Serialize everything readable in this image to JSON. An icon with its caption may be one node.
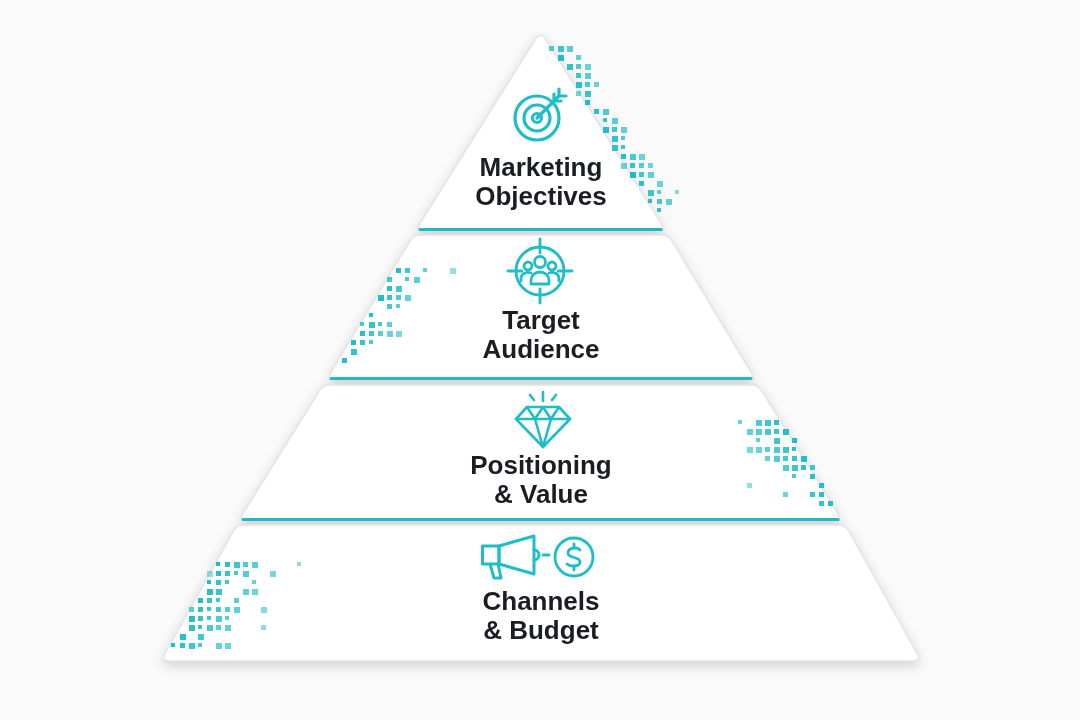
{
  "diagram": {
    "nodes": [
      {
        "text": [
          "Marketing Objectives"
        ]
      },
      {
        "text": [
          "Target Audience"
        ]
      },
      {
        "text": [
          "Positioning & Value"
        ]
      },
      {
        "text": [
          "Channels & Budget"
        ]
      }
    ]
  }
}
